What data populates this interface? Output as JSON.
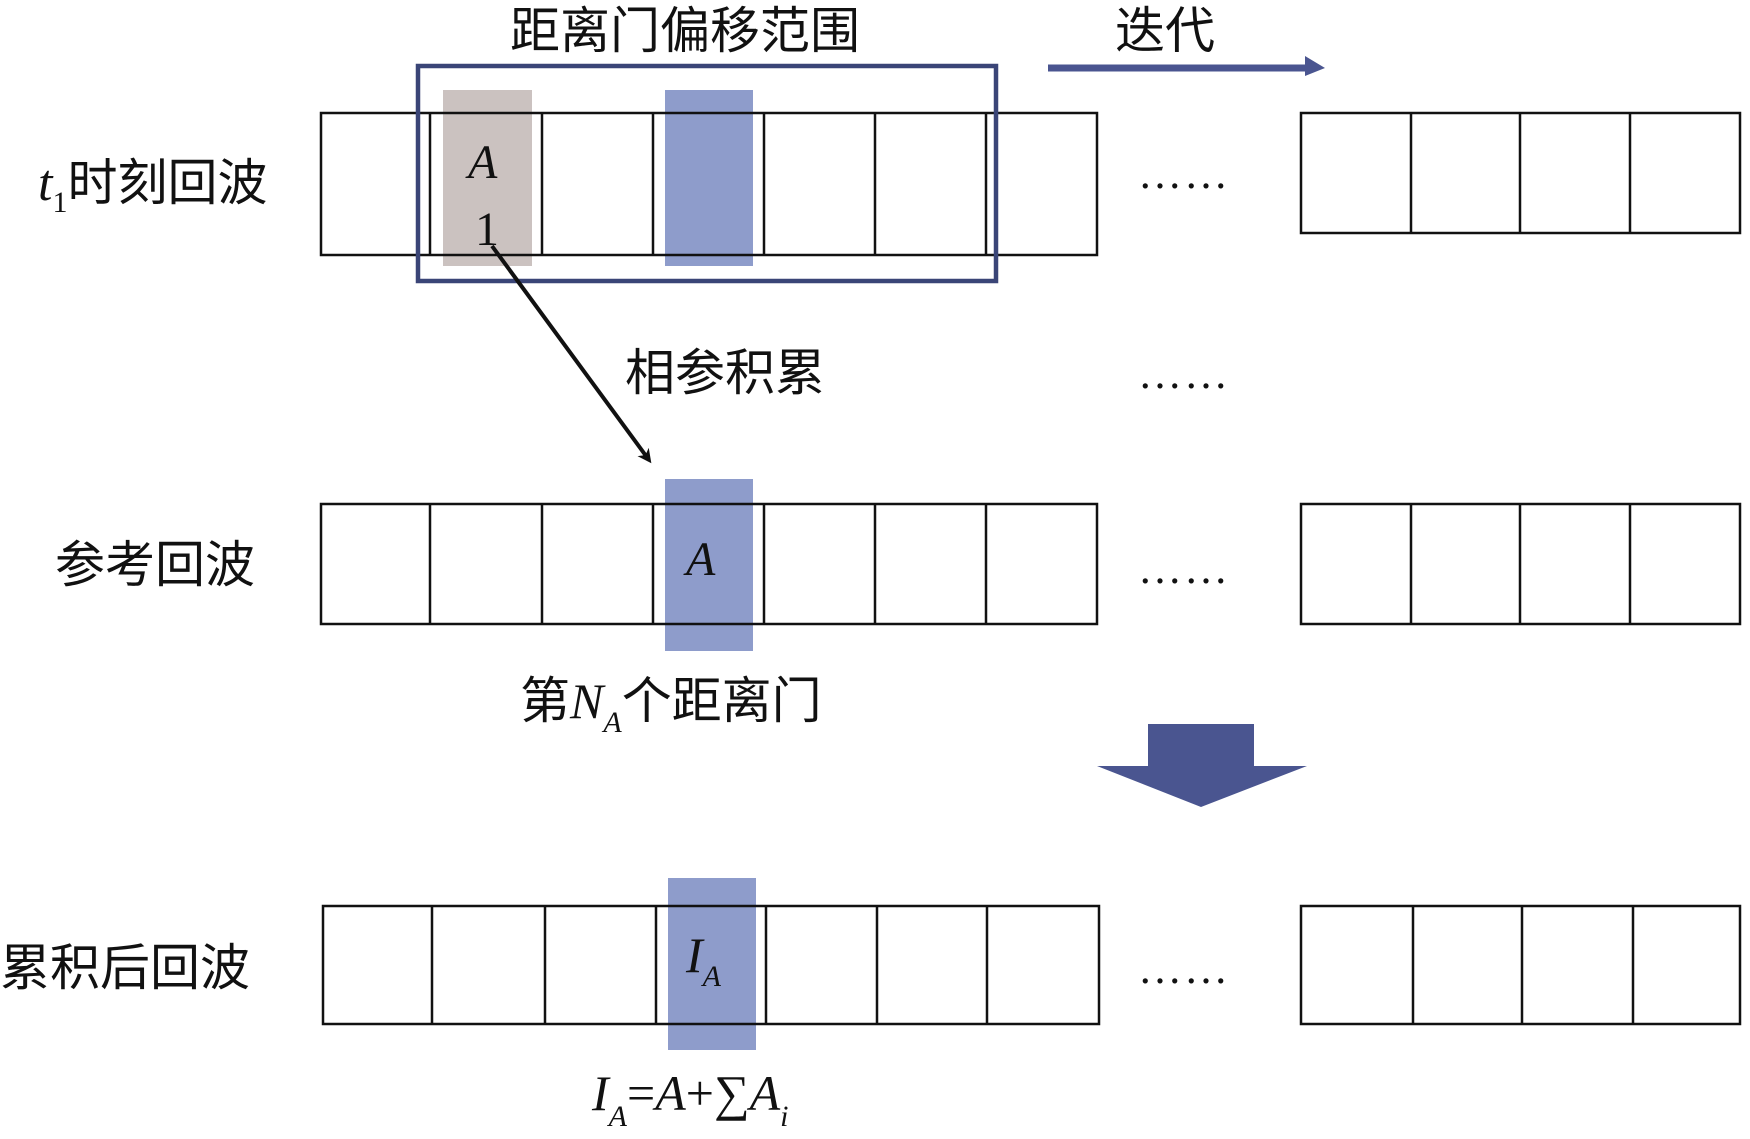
{
  "title_range": "距离门偏移范围",
  "title_iterate": "迭代",
  "row_t1": {
    "label_var": "t",
    "label_sub": "1",
    "label_text": "时刻回波",
    "cell_A": "A",
    "cell_1": "1"
  },
  "accumulate_label": "相参积累",
  "row_ref": {
    "label": "参考回波",
    "cell_A": "A",
    "gate_prefix": "第",
    "gate_var": "N",
    "gate_sub": "A",
    "gate_suffix": "个距离门"
  },
  "row_acc": {
    "label": "累积后回波",
    "cell_var": "I",
    "cell_sub": "A"
  },
  "formula": {
    "I": "I",
    "I_sub": "A",
    "eq": "=",
    "A": "A",
    "plus": "+",
    "sum": "∑",
    "A2": "A",
    "A2_sub": "i"
  },
  "ellipsis": "……",
  "colors": {
    "grey_highlight": "#cbc2c0",
    "blue_highlight": "#8e9ccb",
    "frame": "#3a4577",
    "arrow_navy": "#4a5590"
  }
}
